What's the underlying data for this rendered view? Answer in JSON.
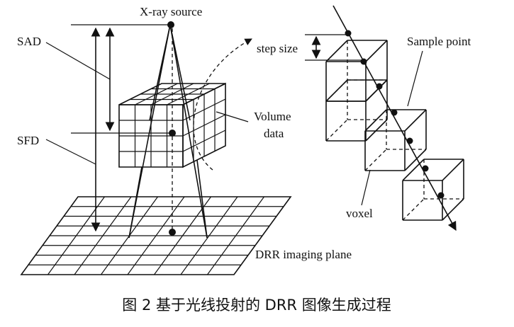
{
  "labels": {
    "xray_source": "X-ray source",
    "sad": "SAD",
    "sfd": "SFD",
    "volume_data_line1": "Volume",
    "volume_data_line2": "data",
    "drr_plane": "DRR imaging plane",
    "step_size": "step size",
    "sample_point": "Sample point",
    "voxel": "voxel"
  },
  "caption": "图 2   基于光线投射的 DRR 图像生成过程"
}
